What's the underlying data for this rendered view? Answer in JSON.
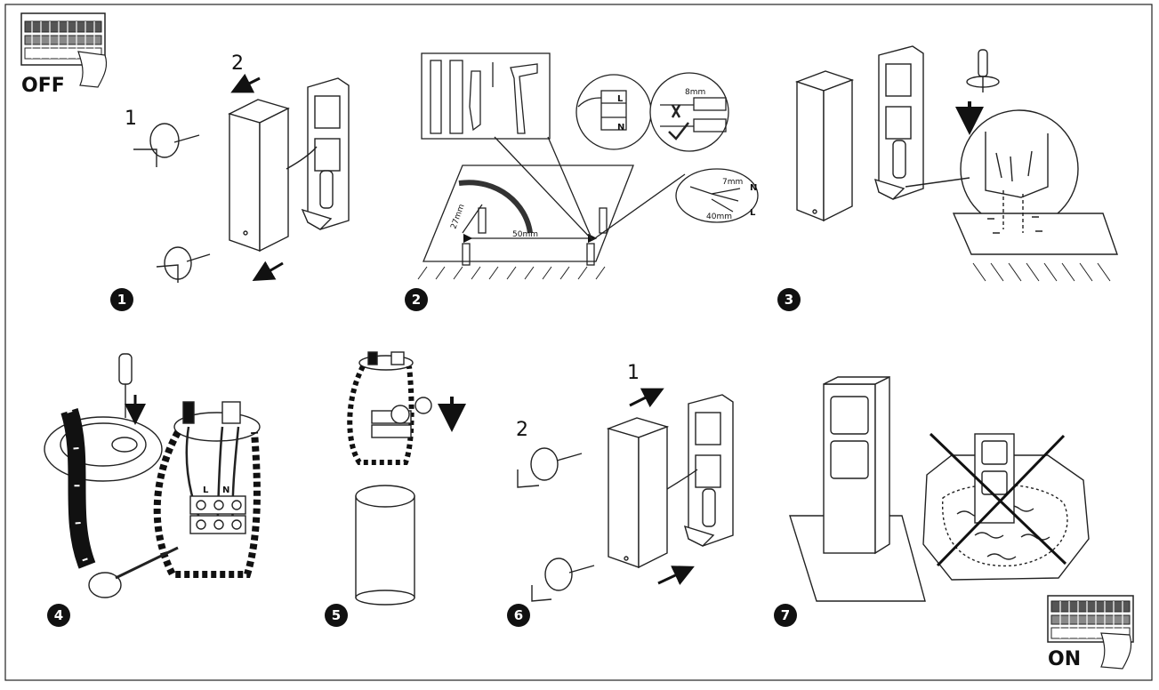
{
  "switch_off_label": "OFF",
  "switch_on_label": "ON",
  "steps": [
    {
      "number": "1",
      "arrow_labels": [
        "1",
        "2"
      ]
    },
    {
      "number": "2",
      "dimensions": [
        "27mm",
        "50mm",
        "7mm",
        "40mm",
        "8mm"
      ],
      "terminal_labels": [
        "L",
        "N",
        "L",
        "N"
      ]
    },
    {
      "number": "3"
    },
    {
      "number": "4",
      "terminal_labels": [
        "L",
        "N"
      ]
    },
    {
      "number": "5"
    },
    {
      "number": "6",
      "arrow_labels": [
        "1",
        "2"
      ]
    },
    {
      "number": "7"
    }
  ]
}
